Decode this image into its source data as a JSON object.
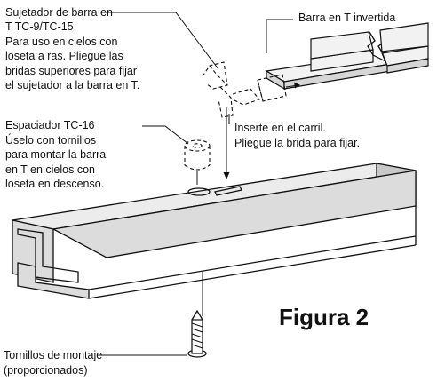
{
  "labels": {
    "clip_title": [
      "Sujetador de barra en",
      "T TC-9/TC-15"
    ],
    "clip_body": [
      "Para uso en cielos con",
      "loseta a ras. Pliegue las",
      "bridas superiores para fijar",
      "el sujetador a la barra en T."
    ],
    "tbar": "Barra en T invertida",
    "insert": [
      "Inserte en el carril.",
      "Pliegue la brida para fijar."
    ],
    "spacer_title": "Espaciador TC-16",
    "spacer_body": [
      "Úselo con tornillos",
      "para montar la barra",
      "en T en cielos con",
      "loseta en descenso."
    ],
    "screws": [
      "Tornillos de montaje",
      "(proporcionados)"
    ],
    "figure": "Figura 2"
  }
}
